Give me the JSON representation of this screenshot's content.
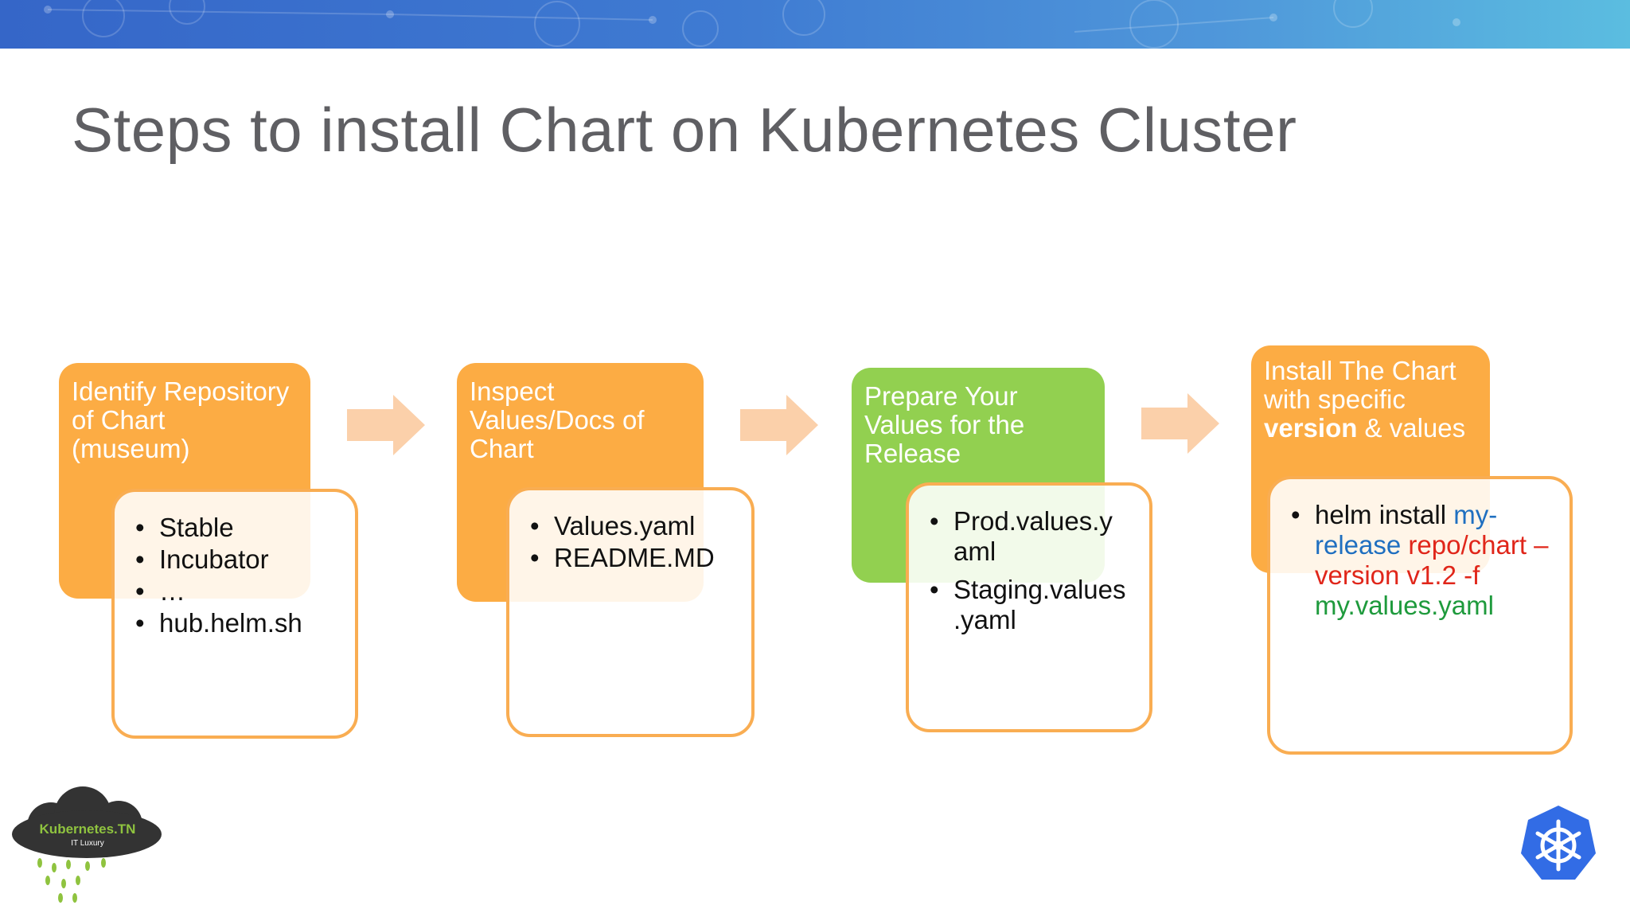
{
  "title": "Steps to install Chart on Kubernetes Cluster",
  "steps": [
    {
      "heading": [
        "Identify Repository",
        "of Chart",
        "(museum)"
      ],
      "items": [
        "Stable",
        "Incubator",
        "…",
        "hub.helm.sh"
      ]
    },
    {
      "heading": [
        "Inspect",
        "Values/Docs of",
        "Chart"
      ],
      "items": [
        "Values.yaml",
        "README.MD"
      ]
    },
    {
      "heading": [
        "Prepare Your",
        "Values for the",
        "Release"
      ],
      "items": [
        "Prod.values.y aml",
        "Staging.values .yaml"
      ]
    },
    {
      "heading_line1": "Install The Chart",
      "heading_line2": "with specific",
      "heading_bold": "version",
      "heading_rest": " & values",
      "cmd_part1": "helm install ",
      "cmd_part2": "my-release ",
      "cmd_part3": "repo/chart –version v1.2 -f",
      "cmd_part4": "my.values.yaml"
    }
  ],
  "logo_left": {
    "name": "Kubernetes.TN",
    "tagline": "IT Luxury"
  },
  "colors": {
    "orange": "#fcac44",
    "green": "#92d050",
    "arrow": "#fbd0aa",
    "title": "#5f5f63",
    "blue": "#1f6fc0",
    "red": "#e0261a",
    "dark_green": "#1e9a3c"
  }
}
